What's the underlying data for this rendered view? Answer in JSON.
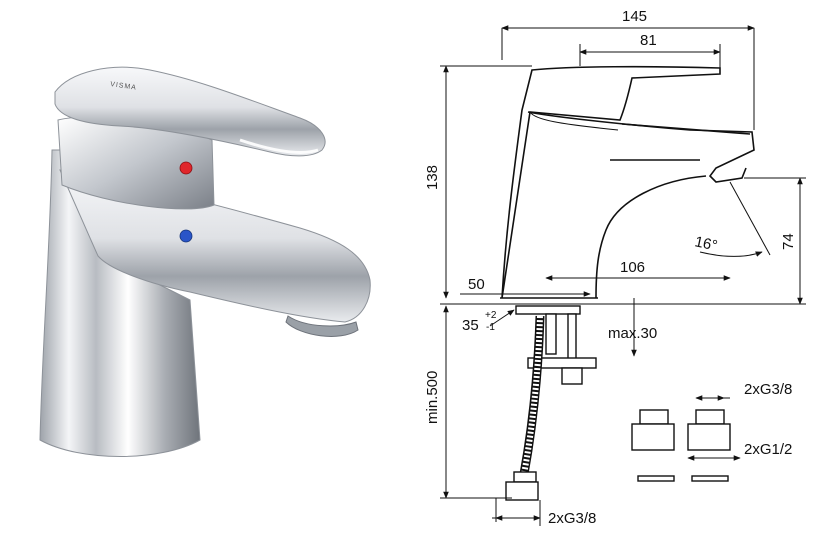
{
  "photo": {
    "brand_text": "VISMA",
    "accent_colors": {
      "hot": "#e0262b",
      "cold": "#2a55c8",
      "chrome": "#c9ccd1"
    }
  },
  "drawing": {
    "dim_total_width": "145",
    "dim_handle_width": "81",
    "dim_height": "138",
    "dim_spout_height": "74",
    "dim_spout_reach": "106",
    "dim_base_offset": "50",
    "dim_base_height": "35",
    "dim_base_tol_plus": "+2",
    "dim_base_tol_minus": "-1",
    "dim_max_thickness": "max.30",
    "dim_hose_length": "min.500",
    "dim_angle": "16°",
    "conn_hose": "2xG3/8",
    "conn_adapter_top": "2xG3/8",
    "conn_adapter_bottom": "2xG1/2"
  }
}
